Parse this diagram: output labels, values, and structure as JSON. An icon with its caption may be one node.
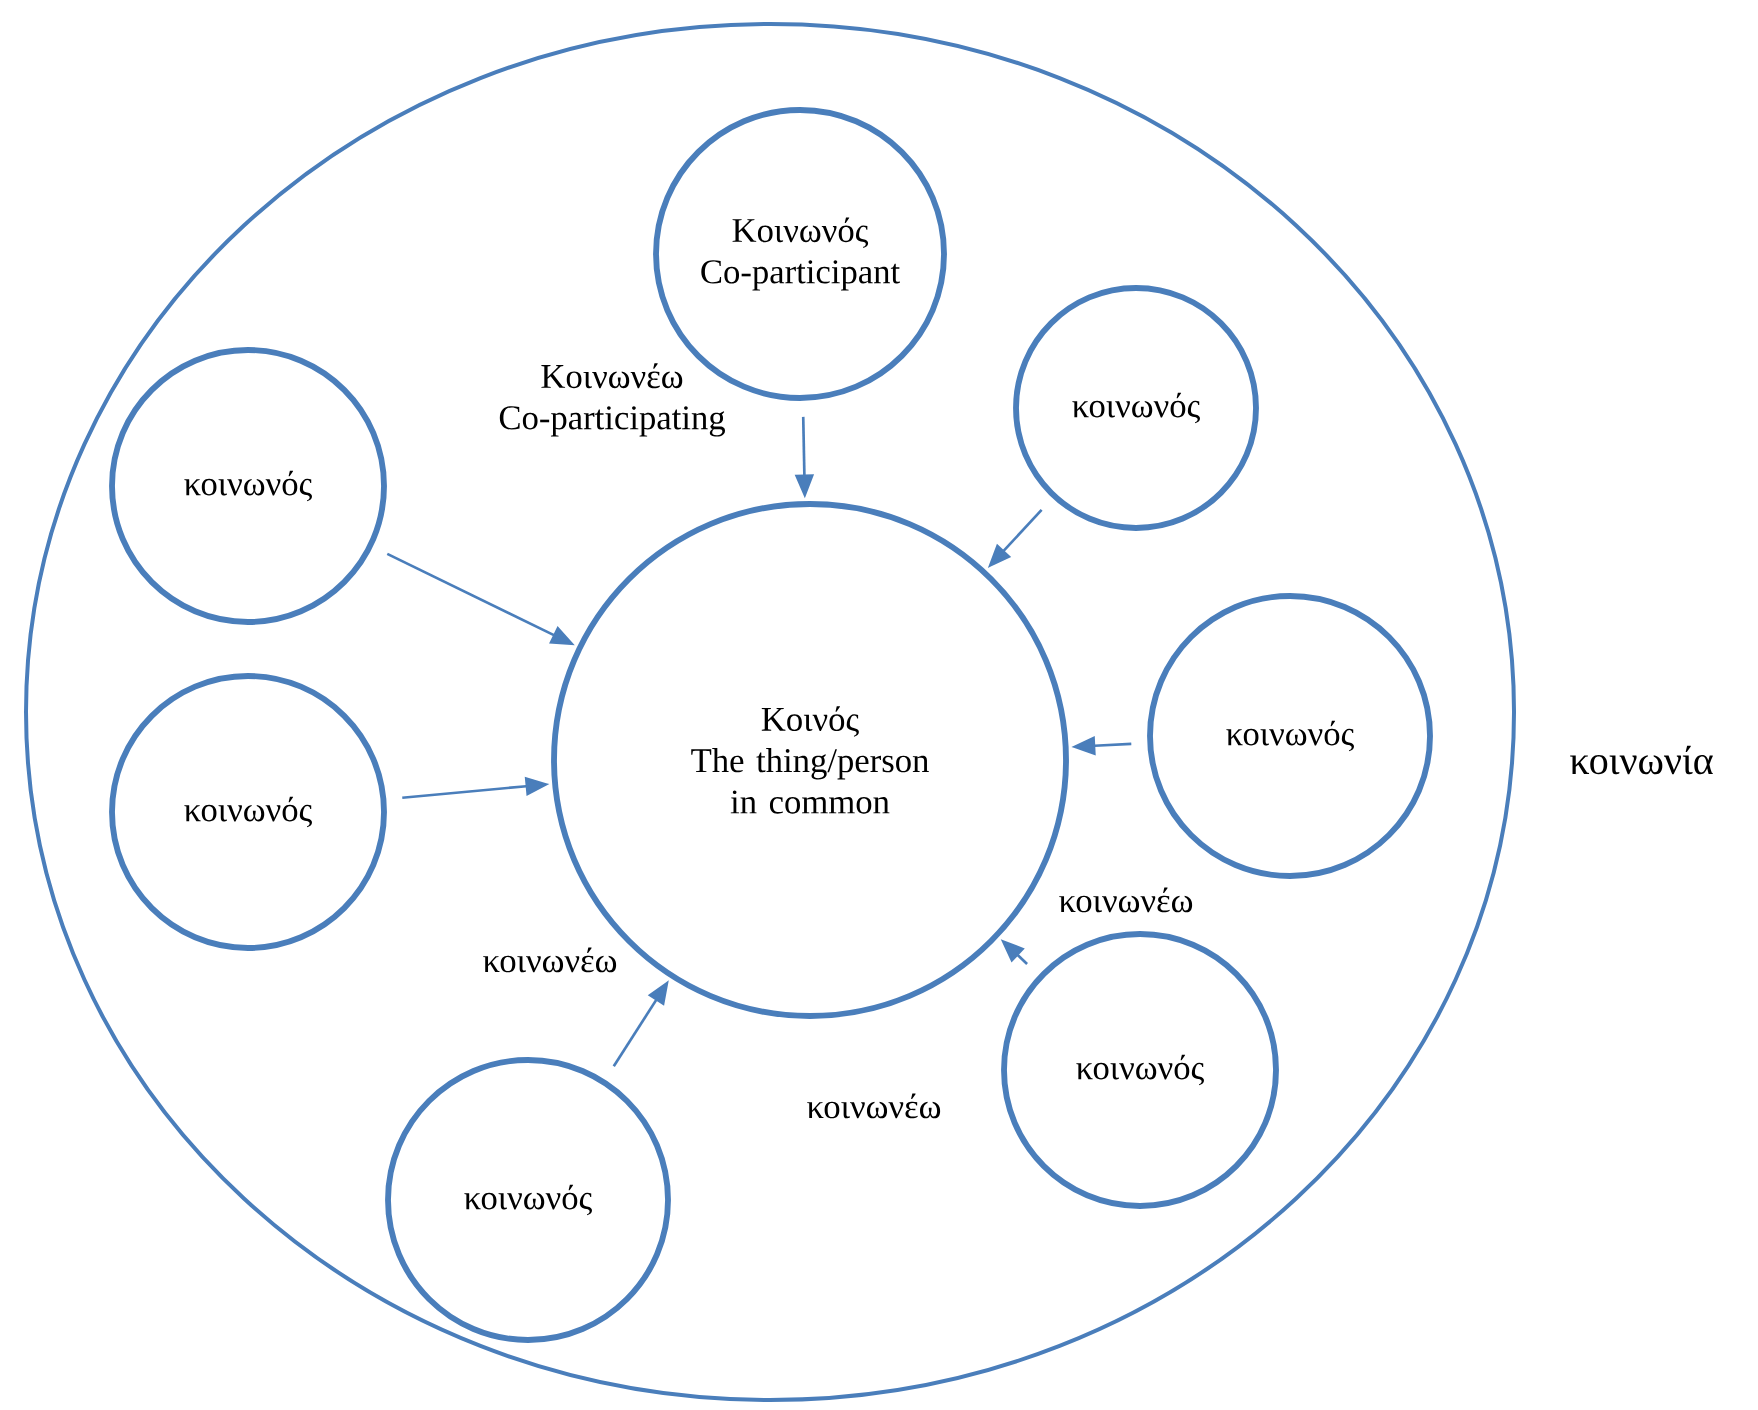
{
  "diagram": {
    "nodes": [
      {
        "text": [],
        "shape": "circle",
        "beside": [
          "κοινωνία"
        ]
      },
      {
        "text": [
          "Κοινωνός",
          "Co-participant"
        ],
        "in": 0
      },
      {
        "text": [
          "κοινωνός"
        ],
        "in": 0
      },
      {
        "text": [
          "κοινωνός"
        ],
        "in": 0
      },
      {
        "text": [
          "Κοινός",
          "The thing/person in common"
        ],
        "in": 0
      },
      {
        "text": [
          "κοινωνός"
        ],
        "in": 0
      },
      {
        "text": [
          "κοινωνός"
        ],
        "in": 0
      },
      {
        "text": [
          "κοινωνός"
        ],
        "in": 0
      },
      {
        "text": [
          "κοινωνός"
        ],
        "in": 0
      }
    ],
    "edges": [
      {
        "from": 1,
        "to": 4,
        "arrow": "to",
        "label": "Κοινωνέω Co-participating"
      },
      {
        "from": 2,
        "to": 4,
        "arrow": "to"
      },
      {
        "from": 3,
        "to": 4,
        "arrow": "to"
      },
      {
        "from": 5,
        "to": 4,
        "arrow": "to"
      },
      {
        "from": 6,
        "to": 4,
        "arrow": "to"
      },
      {
        "from": 7,
        "to": 4,
        "arrow": "to",
        "label": "κοινωνέω"
      },
      {
        "from": 8,
        "to": 4,
        "arrow": "to",
        "label": "κοινωνέω"
      }
    ],
    "labels": [
      "κοινωνέω"
    ]
  }
}
